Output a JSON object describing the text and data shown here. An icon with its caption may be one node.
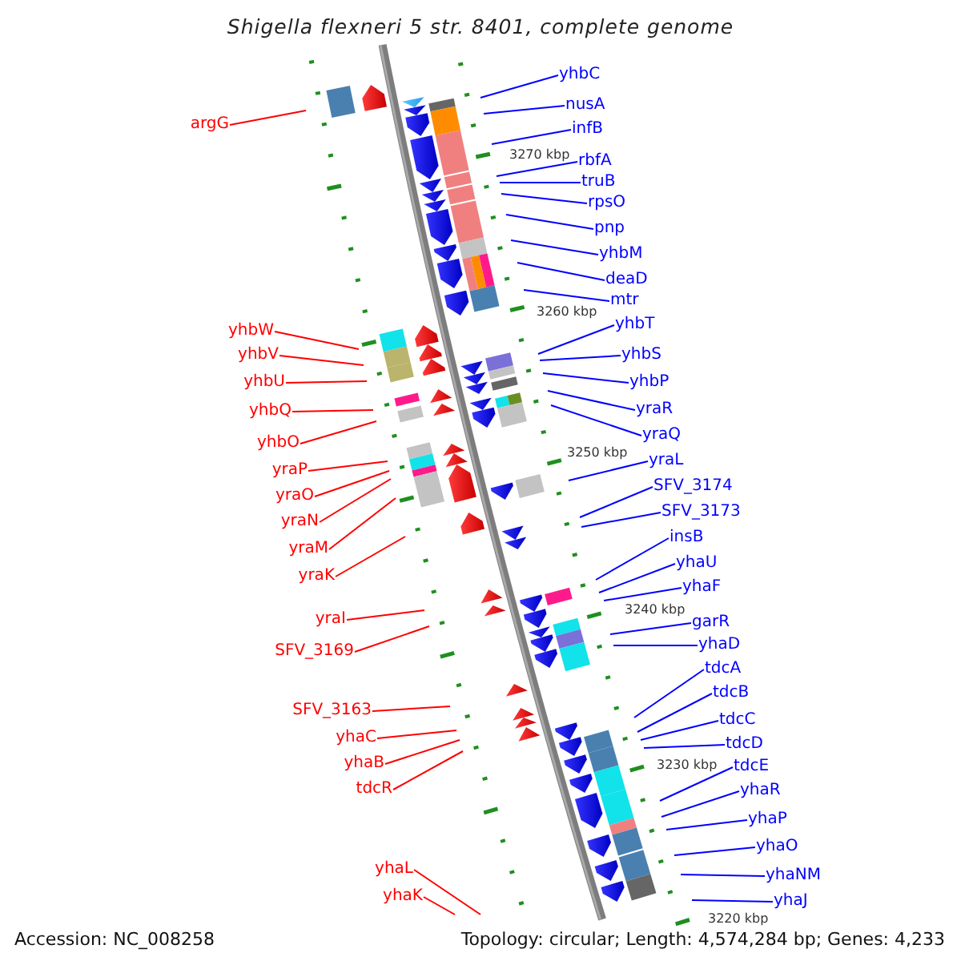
{
  "diagram": {
    "title": "Shigella flexneri 5 str. 8401, complete genome",
    "nodes": [
      {
        "text": [
          "argG"
        ]
      },
      {
        "text": [
          "yhbW"
        ]
      },
      {
        "text": [
          "yhbV"
        ]
      },
      {
        "text": [
          "yhbU"
        ]
      },
      {
        "text": [
          "yhbQ"
        ]
      },
      {
        "text": [
          "yhbO"
        ]
      },
      {
        "text": [
          "yraP"
        ]
      },
      {
        "text": [
          "yraO"
        ]
      },
      {
        "text": [
          "yraN"
        ]
      },
      {
        "text": [
          "yraM"
        ]
      },
      {
        "text": [
          "yraK"
        ]
      },
      {
        "text": [
          "yraI"
        ]
      },
      {
        "text": [
          "SFV_3169"
        ]
      },
      {
        "text": [
          "SFV_3163"
        ]
      },
      {
        "text": [
          "yhaC"
        ]
      },
      {
        "text": [
          "yhaB"
        ]
      },
      {
        "text": [
          "tdcR"
        ]
      },
      {
        "text": [
          "yhaL"
        ]
      },
      {
        "text": [
          "yhaK"
        ]
      },
      {
        "text": [
          "yhbC"
        ]
      },
      {
        "text": [
          "nusA"
        ]
      },
      {
        "text": [
          "infB"
        ]
      },
      {
        "text": [
          "rbfA"
        ]
      },
      {
        "text": [
          "truB"
        ]
      },
      {
        "text": [
          "rpsO"
        ]
      },
      {
        "text": [
          "pnp"
        ]
      },
      {
        "text": [
          "yhbM"
        ]
      },
      {
        "text": [
          "deaD"
        ]
      },
      {
        "text": [
          "mtr"
        ]
      },
      {
        "text": [
          "yhbT"
        ]
      },
      {
        "text": [
          "yhbS"
        ]
      },
      {
        "text": [
          "yhbP"
        ]
      },
      {
        "text": [
          "yraR"
        ]
      },
      {
        "text": [
          "yraQ"
        ]
      },
      {
        "text": [
          "yraL"
        ]
      },
      {
        "text": [
          "SFV_3174"
        ]
      },
      {
        "text": [
          "SFV_3173"
        ]
      },
      {
        "text": [
          "insB"
        ]
      },
      {
        "text": [
          "yhaU"
        ]
      },
      {
        "text": [
          "yhaF"
        ]
      },
      {
        "text": [
          "garR"
        ]
      },
      {
        "text": [
          "yhaD"
        ]
      },
      {
        "text": [
          "tdcA"
        ]
      },
      {
        "text": [
          "tdcB"
        ]
      },
      {
        "text": [
          "tdcC"
        ]
      },
      {
        "text": [
          "tdcD"
        ]
      },
      {
        "text": [
          "tdcE"
        ]
      },
      {
        "text": [
          "yhaR"
        ]
      },
      {
        "text": [
          "yhaP"
        ]
      },
      {
        "text": [
          "yhaO"
        ]
      },
      {
        "text": [
          "yhaNM"
        ]
      },
      {
        "text": [
          "yhaJ"
        ]
      }
    ],
    "edges": [
      {
        "from": 0,
        "to": null,
        "arrow": "none",
        "color": "#ff0000"
      },
      {
        "from": 1,
        "to": null,
        "arrow": "none",
        "color": "#ff0000"
      },
      {
        "from": 2,
        "to": null,
        "arrow": "none",
        "color": "#ff0000"
      },
      {
        "from": 3,
        "to": null,
        "arrow": "none",
        "color": "#ff0000"
      },
      {
        "from": 4,
        "to": null,
        "arrow": "none",
        "color": "#ff0000"
      },
      {
        "from": 5,
        "to": null,
        "arrow": "none",
        "color": "#ff0000"
      },
      {
        "from": 6,
        "to": null,
        "arrow": "none",
        "color": "#ff0000"
      },
      {
        "from": 7,
        "to": null,
        "arrow": "none",
        "color": "#ff0000"
      },
      {
        "from": 8,
        "to": null,
        "arrow": "none",
        "color": "#ff0000"
      },
      {
        "from": 9,
        "to": null,
        "arrow": "none",
        "color": "#ff0000"
      },
      {
        "from": 10,
        "to": null,
        "arrow": "none",
        "color": "#ff0000"
      },
      {
        "from": 11,
        "to": null,
        "arrow": "none",
        "color": "#ff0000"
      },
      {
        "from": 12,
        "to": null,
        "arrow": "none",
        "color": "#ff0000"
      },
      {
        "from": 13,
        "to": null,
        "arrow": "none",
        "color": "#ff0000"
      },
      {
        "from": 14,
        "to": null,
        "arrow": "none",
        "color": "#ff0000"
      },
      {
        "from": 15,
        "to": null,
        "arrow": "none",
        "color": "#ff0000"
      },
      {
        "from": 16,
        "to": null,
        "arrow": "none",
        "color": "#ff0000"
      },
      {
        "from": 17,
        "to": null,
        "arrow": "none",
        "color": "#ff0000"
      },
      {
        "from": 18,
        "to": null,
        "arrow": "none",
        "color": "#ff0000"
      },
      {
        "from": 19,
        "to": null,
        "arrow": "none"
      },
      {
        "from": 20,
        "to": null,
        "arrow": "none"
      },
      {
        "from": 21,
        "to": null,
        "arrow": "none"
      },
      {
        "from": 22,
        "to": null,
        "arrow": "none"
      },
      {
        "from": 23,
        "to": null,
        "arrow": "none"
      },
      {
        "from": 24,
        "to": null,
        "arrow": "none"
      },
      {
        "from": 25,
        "to": null,
        "arrow": "none"
      },
      {
        "from": 26,
        "to": null,
        "arrow": "none"
      },
      {
        "from": 27,
        "to": null,
        "arrow": "none"
      },
      {
        "from": 28,
        "to": null,
        "arrow": "none"
      },
      {
        "from": 29,
        "to": null,
        "arrow": "none"
      },
      {
        "from": 30,
        "to": null,
        "arrow": "none"
      },
      {
        "from": 31,
        "to": null,
        "arrow": "none"
      },
      {
        "from": 32,
        "to": null,
        "arrow": "none"
      },
      {
        "from": 33,
        "to": null,
        "arrow": "none"
      },
      {
        "from": 34,
        "to": null,
        "arrow": "none"
      },
      {
        "from": 35,
        "to": null,
        "arrow": "none"
      },
      {
        "from": 36,
        "to": null,
        "arrow": "none"
      },
      {
        "from": 37,
        "to": null,
        "arrow": "none"
      },
      {
        "from": 38,
        "to": null,
        "arrow": "none"
      },
      {
        "from": 39,
        "to": null,
        "arrow": "none"
      },
      {
        "from": 40,
        "to": null,
        "arrow": "none"
      },
      {
        "from": 41,
        "to": null,
        "arrow": "none"
      },
      {
        "from": 42,
        "to": null,
        "arrow": "none"
      },
      {
        "from": 43,
        "to": null,
        "arrow": "none"
      },
      {
        "from": 44,
        "to": null,
        "arrow": "none"
      },
      {
        "from": 45,
        "to": null,
        "arrow": "none"
      },
      {
        "from": 46,
        "to": null,
        "arrow": "none"
      },
      {
        "from": 47,
        "to": null,
        "arrow": "none"
      },
      {
        "from": 48,
        "to": null,
        "arrow": "none"
      },
      {
        "from": 49,
        "to": null,
        "arrow": "none"
      },
      {
        "from": 50,
        "to": null,
        "arrow": "none"
      },
      {
        "from": 51,
        "to": null,
        "arrow": "none"
      }
    ],
    "labels": [
      "3270 kbp",
      "3260 kbp",
      "3250 kbp",
      "3240 kbp",
      "3230 kbp",
      "3220 kbp",
      "Accession: NC_008258",
      "Topology: circular; Length: 4,574,284 bp; Genes: 4,233"
    ]
  }
}
